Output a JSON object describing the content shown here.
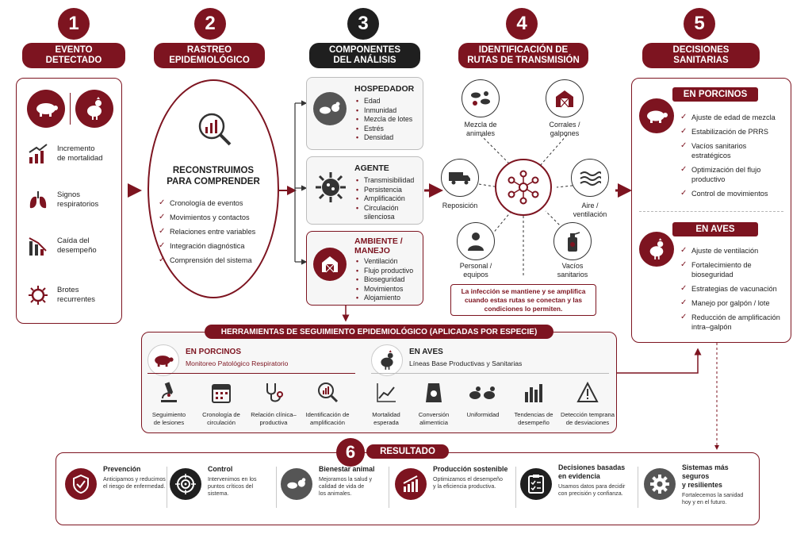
{
  "colors": {
    "accent": "#7d1420",
    "dark": "#1f1f1f",
    "panel": "#f6f6f6"
  },
  "steps": [
    {
      "number": "1",
      "title": "EVENTO\nDETECTADO"
    },
    {
      "number": "2",
      "title": "RASTREO\nEPIDEMIOLÓGICO"
    },
    {
      "number": "3",
      "title": "COMPONENTES\nDEL ANÁLISIS"
    },
    {
      "number": "4",
      "title": "IDENTIFICACIÓN DE\nRUTAS DE TRANSMISIÓN"
    },
    {
      "number": "5",
      "title": "DECISIONES\nSANITARIAS"
    }
  ],
  "event": {
    "items": [
      {
        "icon": "rising-bar-chart-icon",
        "label": "Incremento\nde mortalidad"
      },
      {
        "icon": "lungs-icon",
        "label": "Signos\nrespiratorios"
      },
      {
        "icon": "falling-bar-chart-icon",
        "label": "Caída del\ndesempeño"
      },
      {
        "icon": "virus-icon",
        "label": "Brotes\nrecurrentes"
      }
    ]
  },
  "tracking": {
    "title": "RECONSTRUIMOS\nPARA COMPRENDER",
    "items": [
      "Cronología de eventos",
      "Movimientos y contactos",
      "Relaciones entre variables",
      "Integración diagnóstica",
      "Comprensión del sistema"
    ]
  },
  "components": [
    {
      "title": "HOSPEDADOR",
      "icon": "pig-chicken-icon",
      "items": [
        "Edad",
        "Inmunidad",
        "Mezcla de lotes",
        "Estrés",
        "Densidad"
      ]
    },
    {
      "title": "AGENTE",
      "icon": "virus-icon",
      "items": [
        "Transmisibilidad",
        "Persistencia",
        "Amplificación",
        "Circulación\nsilenciosa"
      ]
    },
    {
      "title": "AMBIENTE /\nMANEJO",
      "icon": "barn-icon",
      "items": [
        "Ventilación",
        "Flujo productivo",
        "Bioseguridad",
        "Movimientos",
        "Alojamiento"
      ]
    }
  ],
  "routes": {
    "items": [
      {
        "icon": "animals-icon",
        "label": "Mezcla de\nanimales"
      },
      {
        "icon": "barn-icon",
        "label": "Corrales /\ngalpones"
      },
      {
        "icon": "truck-icon",
        "label": "Reposición"
      },
      {
        "icon": "air-icon",
        "label": "Aire /\nventilación"
      },
      {
        "icon": "person-icon",
        "label": "Personal /\nequipos"
      },
      {
        "icon": "spray-icon",
        "label": "Vacíos\nsanitarios"
      }
    ],
    "note": "La infección se mantiene y se amplifica\ncuando estas rutas se conectan y las\ncondiciones lo permiten."
  },
  "decisions": {
    "pigs_title": "EN PORCINOS",
    "pigs": [
      "Ajuste de edad de mezcla",
      "Estabilización de PRRS",
      "Vacíos sanitarios\nestratégicos",
      "Optimización del flujo\nproductivo",
      "Control de movimientos"
    ],
    "birds_title": "EN AVES",
    "birds": [
      "Ajuste de ventilación",
      "Fortalecimiento de\nbioseguridad",
      "Estrategias de vacunación",
      "Manejo por galpón / lote",
      "Reducción de amplificación\nintra–galpón"
    ]
  },
  "tools": {
    "banner": "HERRAMIENTAS DE SEGUIMIENTO EPIDEMIOLÓGICO (APLICADAS POR ESPECIE)",
    "pigs_title": "EN PORCINOS",
    "pigs_subtitle": "Monitoreo Patológico Respiratorio",
    "pigs_tools": [
      {
        "icon": "microscope-icon",
        "label": "Seguimiento\nde lesiones"
      },
      {
        "icon": "calendar-icon",
        "label": "Cronología de\ncirculación"
      },
      {
        "icon": "stethoscope-icon",
        "label": "Relación clínica–\nproductiva"
      },
      {
        "icon": "magnifier-chart-icon",
        "label": "Identificación de\namplificación"
      }
    ],
    "birds_title": "EN AVES",
    "birds_subtitle": "Líneas Base Productivas y Sanitarias",
    "birds_tools": [
      {
        "icon": "line-chart-icon",
        "label": "Mortalidad\nesperada"
      },
      {
        "icon": "feed-bag-icon",
        "label": "Conversión\nalimenticia"
      },
      {
        "icon": "chickens-icon",
        "label": "Uniformidad"
      },
      {
        "icon": "bar-chart-icon",
        "label": "Tendencias de\ndesempeño"
      },
      {
        "icon": "warning-icon",
        "label": "Detección temprana\nde desviaciones"
      }
    ]
  },
  "result": {
    "number": "6",
    "title": "RESULTADO",
    "items": [
      {
        "icon": "shield-check-icon",
        "title": "Prevención",
        "desc": "Anticipamos y reducimos\nel riesgo de enfermedad."
      },
      {
        "icon": "target-icon",
        "title": "Control",
        "desc": "Intervenimos en los\npuntos críticos del sistema."
      },
      {
        "icon": "pig-chicken-icon",
        "title": "Bienestar animal",
        "desc": "Mejoramos la salud y\ncalidad de vida de\nlos animales."
      },
      {
        "icon": "growth-chart-icon",
        "title": "Producción sostenible",
        "desc": "Optimizamos el desempeño\ny la eficiencia productiva."
      },
      {
        "icon": "clipboard-icon",
        "title": "Decisiones basadas\nen evidencia",
        "desc": "Usamos datos para decidir\ncon precisión y confianza."
      },
      {
        "icon": "gear-icon",
        "title": "Sistemas más seguros\ny resilientes",
        "desc": "Fortalecemos la sanidad\nhoy y en el futuro."
      }
    ]
  }
}
